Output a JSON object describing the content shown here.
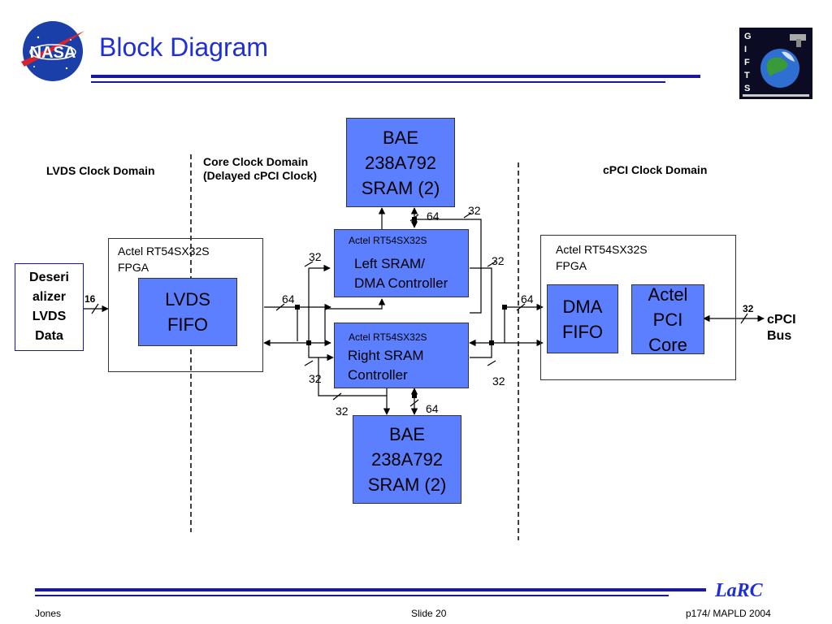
{
  "slide": {
    "title": "Block Diagram",
    "logo_left_text": "NASA",
    "logo_right_letters": [
      "G",
      "I",
      "F",
      "T",
      "S"
    ]
  },
  "domains": {
    "lvds": "LVDS Clock Domain",
    "core_line1": "Core Clock Domain",
    "core_line2": "(Delayed cPCI Clock)",
    "cpci": "cPCI Clock Domain"
  },
  "blocks": {
    "sram_top": [
      "BAE",
      "238A792",
      "SRAM (2)"
    ],
    "sram_bottom": [
      "BAE",
      "238A792",
      "SRAM (2)"
    ],
    "left_ctrl": {
      "part": "Actel RT54SX32S",
      "line1": "Left SRAM/",
      "line2": "DMA Controller"
    },
    "right_ctrl": {
      "part": "Actel RT54SX32S",
      "line1": "Right SRAM",
      "line2": "Controller"
    },
    "left_fpga": {
      "line1": "Actel RT54SX32S",
      "line2": "FPGA"
    },
    "right_fpga": {
      "line1": "Actel RT54SX32S",
      "line2": "FPGA"
    },
    "lvds_fifo": [
      "LVDS",
      "FIFO"
    ],
    "dma_fifo": [
      "DMA",
      "FIFO"
    ],
    "pci_core": [
      "Actel",
      "PCI",
      "Core"
    ],
    "deserializer": [
      "Deseri",
      "alizer",
      "LVDS",
      "Data"
    ],
    "cpci_bus": [
      "cPCI",
      "Bus"
    ]
  },
  "bus_widths": {
    "top_64": "64",
    "top_32": "32",
    "left_upper_32": "32",
    "right_upper_32": "32",
    "left_64": "64",
    "right_64": "64",
    "left_lower_32": "32",
    "right_lower_32": "32",
    "bottom_32": "32",
    "bottom_64": "64",
    "input_16": "16",
    "output_32": "32"
  },
  "footer": {
    "author": "Jones",
    "slide": "Slide 20",
    "ref": "p174/ MAPLD 2004",
    "brand": "LaRC"
  },
  "colors": {
    "block_fill": "#5b7fff",
    "title": "#1f2fd6",
    "rule": "#1a1a99"
  }
}
